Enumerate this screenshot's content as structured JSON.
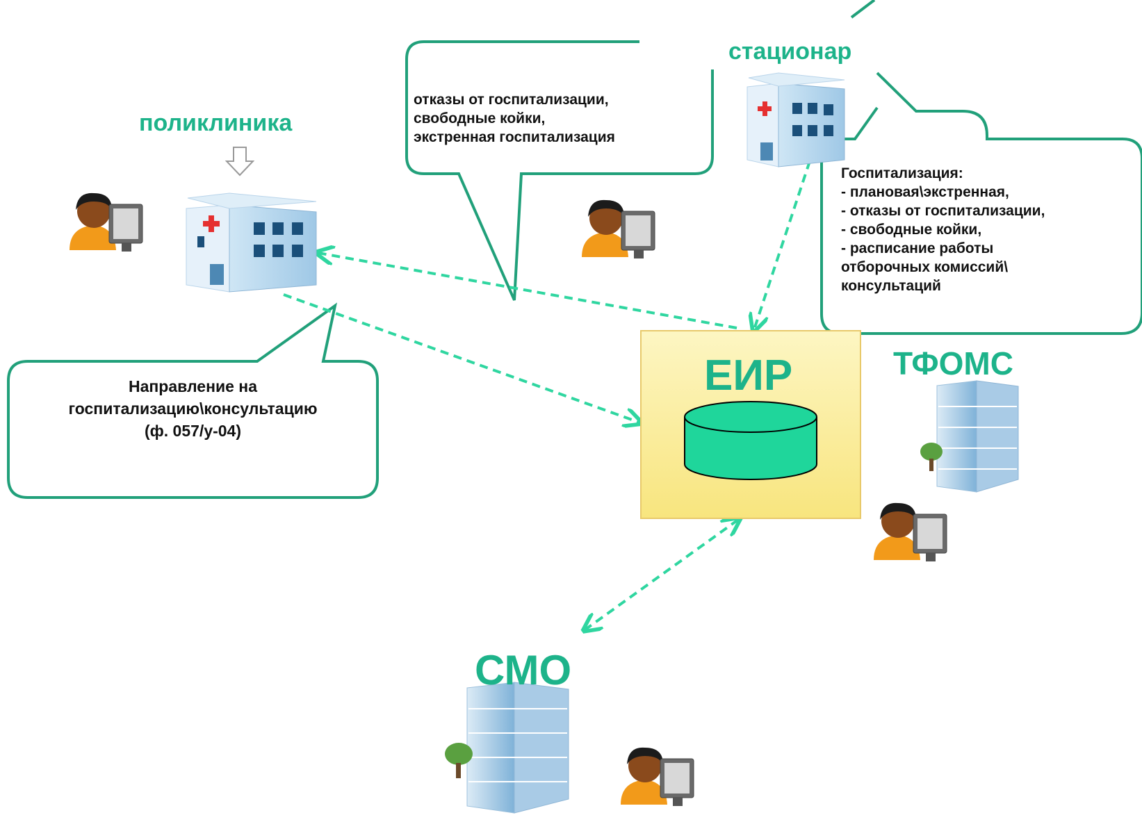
{
  "nodes": {
    "polyclinic": "поликлиника",
    "hospital": "стационар",
    "eir": "ЕИР",
    "tfoms": "ТФОМС",
    "smo": "СМО"
  },
  "callouts": {
    "hospital_top": [
      "отказы от госпитализации,",
      "свободные койки,",
      "экстренная госпитализация"
    ],
    "hospital_right": [
      "Госпитализация:",
      "- плановая\\экстренная,",
      "- отказы от госпитализации,",
      "- свободные койки,",
      "- расписание работы",
      "отборочных комиссий\\",
      "консультаций"
    ],
    "polyclinic": [
      "Направление на",
      "госпитализацию\\консультацию",
      "(ф. 057/у-04)"
    ]
  },
  "colors": {
    "accent": "#1db38a",
    "db": "#1fd69b",
    "eir_box": "#fbeea0",
    "callout_border": "#21a07a",
    "arrow": "#2fd6a0"
  }
}
